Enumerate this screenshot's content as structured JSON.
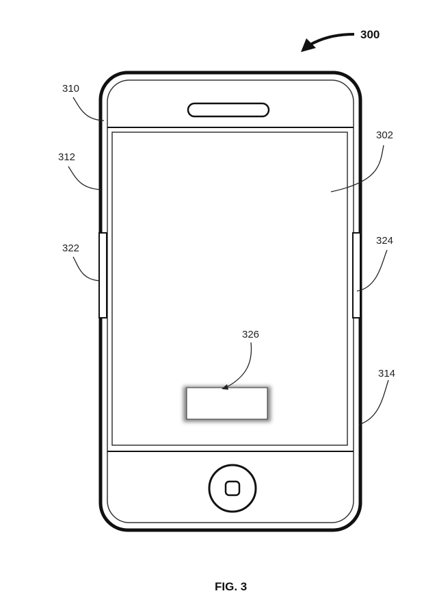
{
  "figure": {
    "caption": "FIG. 3",
    "device_ref": "300",
    "labels": {
      "bezel": "310",
      "housing": "312",
      "display": "302",
      "side_button_left": "322",
      "side_button_right": "324",
      "onscreen_button": "326",
      "edge": "314"
    }
  }
}
